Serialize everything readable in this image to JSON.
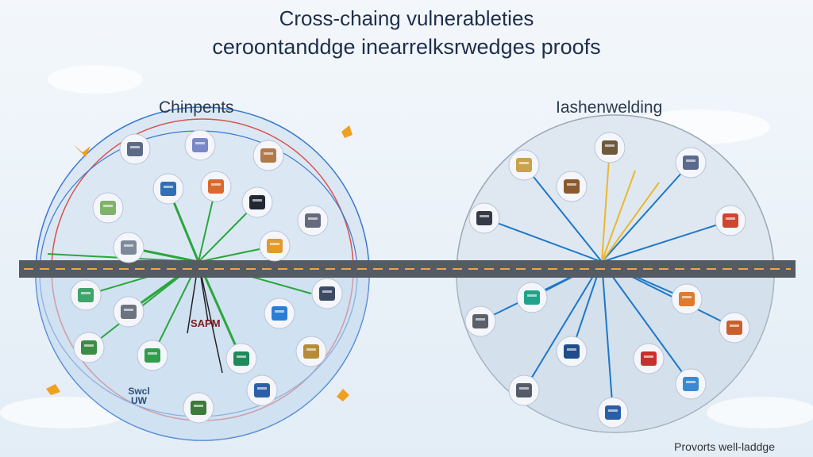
{
  "title_line1": "Cross-chaing vulnerableties",
  "title_line2": "ceroontanddge inearrelksrwedges proofs",
  "left_label": "Chinpents",
  "right_label": "Iashenwelding",
  "center_text": "SAPM",
  "corner_text": "Swcl UW",
  "footer": "Provorts well-laddge",
  "colors": {
    "road": "#555b63",
    "road_dash": "#f2a43a",
    "line_green": "#2aa63c",
    "line_blue": "#1c77c9",
    "line_yellow": "#e9b82e",
    "ring_red": "#d9534f",
    "ring_blue": "#3a78d1"
  },
  "left_icons": [
    {
      "name": "server-icon",
      "color": "#5d6a86"
    },
    {
      "name": "puzzle-board-icon",
      "color": "#7a88c9"
    },
    {
      "name": "chest-icon",
      "color": "#b07a4a"
    },
    {
      "name": "map-icon",
      "color": "#7fb36a"
    },
    {
      "name": "bag-icon",
      "color": "#2f6fb5"
    },
    {
      "name": "hand-icon",
      "color": "#d96a2e"
    },
    {
      "name": "phone-icon",
      "color": "#222833"
    },
    {
      "name": "robot-arm-icon",
      "color": "#656b7c"
    },
    {
      "name": "factory-icon",
      "color": "#7d8a9a"
    },
    {
      "name": "vase-icon",
      "color": "#e29a2c"
    },
    {
      "name": "monitor-icon",
      "color": "#3fa36a"
    },
    {
      "name": "machine-icon",
      "color": "#6c7280"
    },
    {
      "name": "shield-icon",
      "color": "#3d4a66"
    },
    {
      "name": "lock-icon",
      "color": "#2b7ed6"
    },
    {
      "name": "plant-icon",
      "color": "#3b8c45"
    },
    {
      "name": "leaf-icon",
      "color": "#2f9e4c"
    },
    {
      "name": "bird-icon",
      "color": "#1f8a5a"
    },
    {
      "name": "gear-icon",
      "color": "#b58c3a"
    },
    {
      "name": "globe-icon",
      "color": "#2d5fa8"
    },
    {
      "name": "wreath-icon",
      "color": "#3c7a3a"
    }
  ],
  "right_icons": [
    {
      "name": "temple-icon",
      "color": "#6f5a3e"
    },
    {
      "name": "basket-icon",
      "color": "#c9a24a"
    },
    {
      "name": "shelf-icon",
      "color": "#8a5a2e"
    },
    {
      "name": "skyscraper-icon",
      "color": "#5b6a8c"
    },
    {
      "name": "building-icon",
      "color": "#353b46"
    },
    {
      "name": "stove-icon",
      "color": "#d0452f"
    },
    {
      "name": "circuit-icon",
      "color": "#1fa38a"
    },
    {
      "name": "helicopter-icon",
      "color": "#e07a2e"
    },
    {
      "name": "printer-icon",
      "color": "#5a5f6a"
    },
    {
      "name": "anvil-icon",
      "color": "#1f4d8a"
    },
    {
      "name": "engine-icon",
      "color": "#c9602c"
    },
    {
      "name": "crane-icon",
      "color": "#545c68"
    },
    {
      "name": "badge-icon",
      "color": "#2b5ea8"
    },
    {
      "name": "sun-icon",
      "color": "#3a8ad1"
    },
    {
      "name": "book-icon",
      "color": "#c9302c"
    }
  ]
}
